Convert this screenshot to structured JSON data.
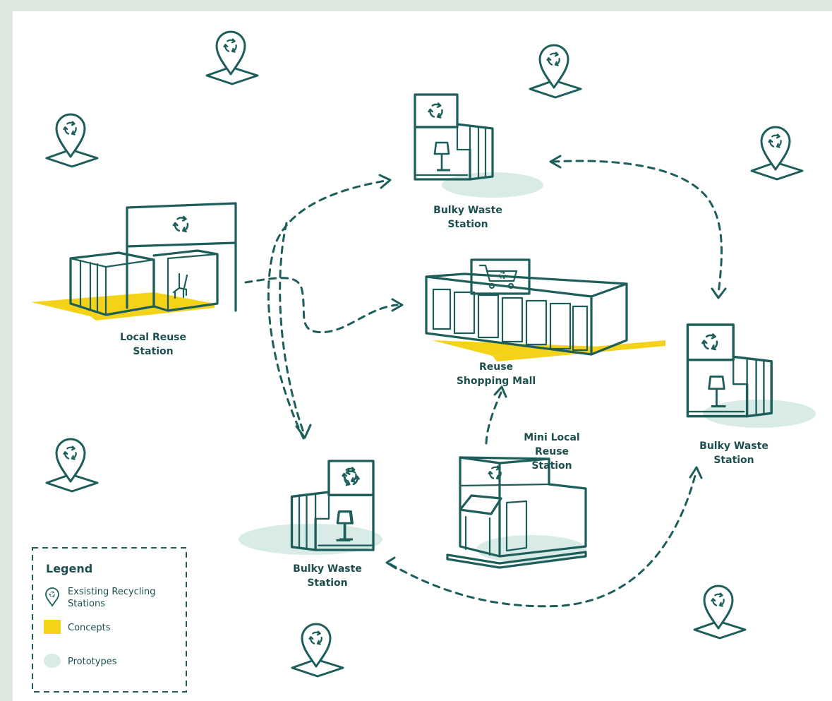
{
  "colors": {
    "background": "#dde9df",
    "canvas": "#ffffff",
    "line": "#1d5e5a",
    "concept": "#f4d218",
    "prototype": "#d9ebe6",
    "text": "#1d4f4f"
  },
  "nodes": {
    "local_reuse": {
      "line1": "Local Reuse",
      "line2": "Station"
    },
    "bulky_top": {
      "line1": "Bulky Waste",
      "line2": "Station"
    },
    "mall": {
      "line1": "Reuse",
      "line2": "Shopping Mall"
    },
    "bulky_right": {
      "line1": "Bulky Waste",
      "line2": "Station"
    },
    "bulky_bottom": {
      "line1": "Bulky Waste",
      "line2": "Station"
    },
    "mini_local": {
      "line1": "Mini Local",
      "line2": "Reuse",
      "line3": "Station"
    }
  },
  "legend": {
    "title": "Legend",
    "items": [
      {
        "line1": "Exsisting Recycling",
        "line2": "Stations",
        "icon": "recycling-pin-icon"
      },
      {
        "line1": "Concepts",
        "icon": "yellow-swatch"
      },
      {
        "line1": "Prototypes",
        "icon": "mint-circle"
      }
    ]
  }
}
